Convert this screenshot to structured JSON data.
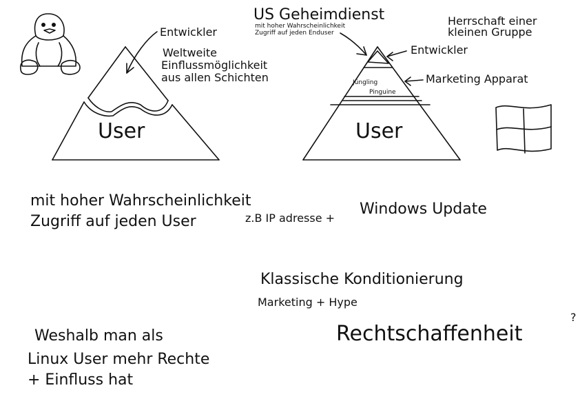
{
  "left_pyramid": {
    "apex_label": "Entwickler",
    "description_lines": [
      "Weltweite",
      "Einflussmöglichkeit",
      "aus allen Schichten"
    ],
    "base_label": "User"
  },
  "right_pyramid": {
    "top_note": "US Geheimdienst",
    "top_note_sub": [
      "mit hoher Wahrscheinlichkeit",
      "Zugriff auf jeden Enduser"
    ],
    "apex_label": "Entwickler",
    "middle_layer": [
      "Jüngling",
      "Pinguine"
    ],
    "marketing_label": "Marketing Apparat",
    "base_label": "User",
    "side_note": [
      "Herrschaft einer",
      "kleinen Gruppe"
    ]
  },
  "notes": {
    "line1": "mit hoher Wahrscheinlichkeit",
    "line2": "Zugriff auf jeden User",
    "line2_b": "z.B IP adresse +",
    "line2_c": "Windows Update",
    "klassisch": "Klassische Konditionierung",
    "marketing_hype": "Marketing + Hype",
    "recht": "Rechtschaffenheit",
    "question_mark": "?",
    "bottom": [
      "Weshalb man als",
      "Linux User mehr Rechte",
      "+ Einfluss hat"
    ]
  },
  "icons": [
    "tux-penguin-icon",
    "windows-flag-icon"
  ]
}
